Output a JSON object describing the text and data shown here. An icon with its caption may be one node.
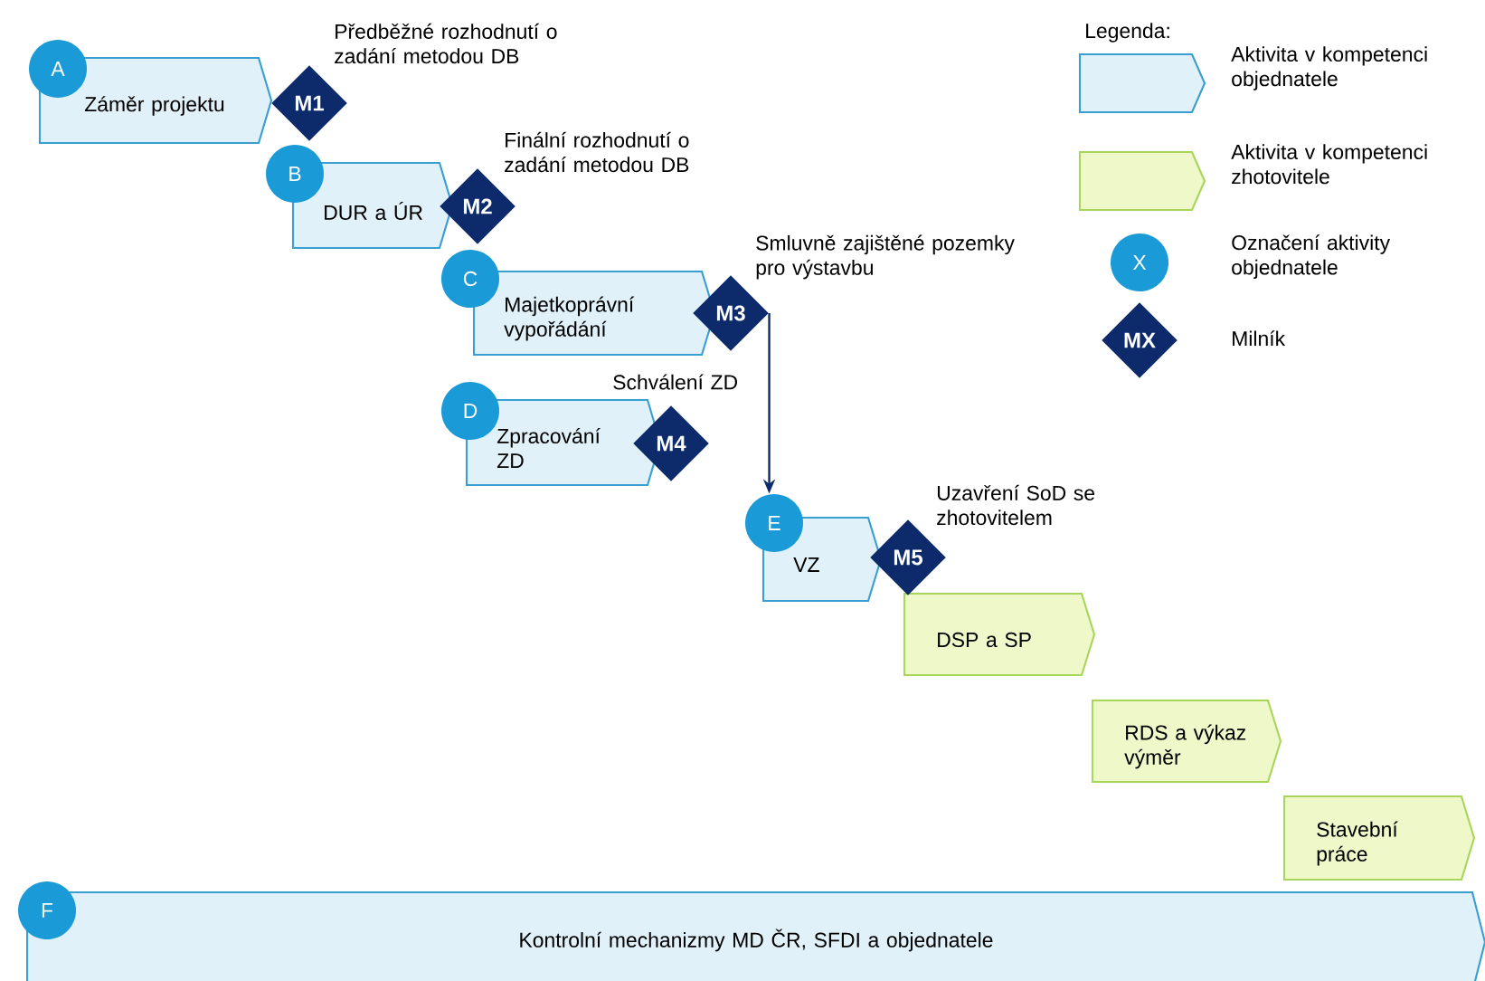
{
  "diagram": {
    "nodes": [
      {
        "text": [
          "A"
        ]
      },
      {
        "text": [
          "Záměr projektu"
        ]
      },
      {
        "text": [
          "M1"
        ],
        "beside": [
          "Předběžné rozhodnutí o zadání metodou DB"
        ]
      },
      {
        "text": [
          "B"
        ]
      },
      {
        "text": [
          "DUR a ÚR"
        ]
      },
      {
        "text": [
          "M2"
        ],
        "beside": [
          "Finální rozhodnutí o zadání metodou DB"
        ]
      },
      {
        "text": [
          "C"
        ]
      },
      {
        "text": [
          "Majetkoprávní vypořádání"
        ]
      },
      {
        "text": [
          "M3"
        ],
        "beside": [
          "Smluvně zajištěné pozemky pro výstavbu"
        ]
      },
      {
        "text": [
          "D"
        ]
      },
      {
        "text": [
          "Zpracování ZD"
        ]
      },
      {
        "text": [
          "M4"
        ],
        "beside": [
          "Schválení ZD"
        ]
      },
      {
        "text": [
          "E"
        ]
      },
      {
        "text": [
          "VZ"
        ]
      },
      {
        "text": [
          "M5"
        ],
        "beside": [
          "Uzavření SoD se zhotovitelem"
        ]
      },
      {
        "text": [
          "DSP a SP"
        ]
      },
      {
        "text": [
          "RDS a výkaz výměr"
        ]
      },
      {
        "text": [
          "Stavební práce"
        ]
      },
      {
        "text": [
          "F"
        ]
      },
      {
        "text": [
          "Kontrolní mechanizmy MD ČR, SFDI a objednatele"
        ]
      }
    ],
    "edges": [
      {
        "from": 8,
        "to": 12,
        "arrow": "to"
      }
    ],
    "labels": [
      "Legenda:",
      "X",
      "MX"
    ],
    "legend": [
      {
        "text": "Aktivita v kompetenci objednatele",
        "color": "#e0f1f9"
      },
      {
        "text": "Aktivita v kompetenci zhotovitele",
        "color": "#eef8c9"
      },
      {
        "text": "Označení aktivity objednatele"
      },
      {
        "text": "Milník"
      }
    ]
  }
}
